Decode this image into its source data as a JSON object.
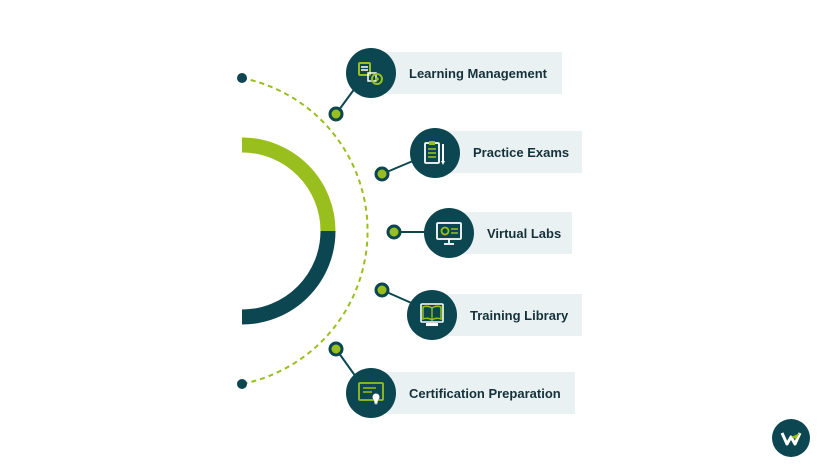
{
  "colors": {
    "dark_teal": "#0c4650",
    "lime": "#99bf1e",
    "label_bg": "#e9f1f2",
    "text": "#15313a"
  },
  "items": [
    {
      "label": "Learning Management",
      "icon": "lms-gear-icon"
    },
    {
      "label": "Practice Exams",
      "icon": "clipboard-exam-icon"
    },
    {
      "label": "Virtual Labs",
      "icon": "monitor-lab-icon"
    },
    {
      "label": "Training Library",
      "icon": "open-book-icon"
    },
    {
      "label": "Certification Preparation",
      "icon": "certificate-icon"
    }
  ],
  "logo": {
    "icon": "brand-logo-icon"
  }
}
